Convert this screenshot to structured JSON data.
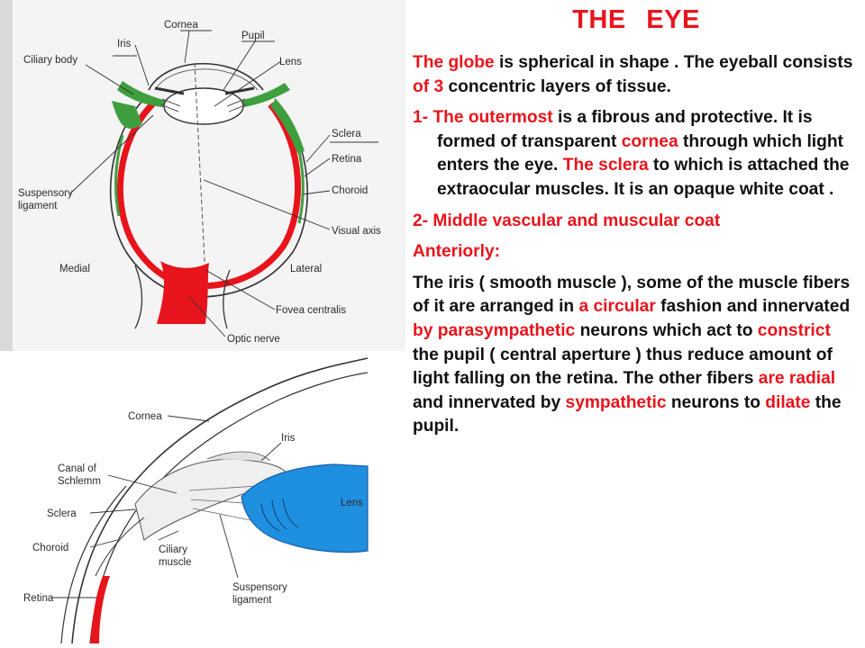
{
  "title": "THE   EYE",
  "intro": [
    {
      "t": "The globe",
      "red": true
    },
    {
      "t": " is spherical in shape . The eyeball consists ",
      "red": false
    },
    {
      "t": "of 3",
      "red": true
    },
    {
      "t": " concentric layers of tissue.",
      "red": false
    }
  ],
  "layer1": [
    {
      "t": "1- The outermost",
      "red": true
    },
    {
      "t": " is a fibrous and protective. It is formed of transparent ",
      "red": false
    },
    {
      "t": "cornea",
      "red": true
    },
    {
      "t": " through which light enters the eye. ",
      "red": false
    },
    {
      "t": "The sclera",
      "red": true
    },
    {
      "t": " to which is attached the extraocular muscles. It is an opaque white coat .",
      "red": false
    }
  ],
  "layer2_heading": "2-  Middle vascular and muscular coat",
  "anteriorly_heading": "Anteriorly:",
  "iris_text": [
    {
      "t": "The iris ( smooth muscle ), some of the muscle fibers of it are arranged in ",
      "red": false
    },
    {
      "t": "a circular",
      "red": true
    },
    {
      "t": " fashion and innervated ",
      "red": false
    },
    {
      "t": "by parasympathetic",
      "red": true
    },
    {
      "t": " neurons which act to ",
      "red": false
    },
    {
      "t": "constrict",
      "red": true
    },
    {
      "t": " the pupil ( central aperture ) thus reduce amount of light falling on the retina. The other fibers ",
      "red": false
    },
    {
      "t": "are radial",
      "red": true
    },
    {
      "t": " and innervated by ",
      "red": false
    },
    {
      "t": "sympathetic",
      "red": true
    },
    {
      "t": " neurons to ",
      "red": false
    },
    {
      "t": "dilate",
      "red": true
    },
    {
      "t": " the pupil.",
      "red": false
    }
  ],
  "diagram_top_labels": {
    "cornea": "Cornea",
    "iris": "Iris",
    "pupil": "Pupil",
    "ciliary_body": "Ciliary body",
    "lens": "Lens",
    "sclera": "Sclera",
    "retina": "Retina",
    "suspensory_ligament_1": "Suspensory",
    "suspensory_ligament_2": "ligament",
    "choroid": "Choroid",
    "visual_axis": "Visual axis",
    "medial": "Medial",
    "lateral": "Lateral",
    "fovea_centralis": "Fovea centralis",
    "optic_nerve": "Optic nerve"
  },
  "diagram_bottom_labels": {
    "cornea": "Cornea",
    "iris": "Iris",
    "canal_1": "Canal of",
    "canal_2": "Schlemm",
    "lens": "Lens",
    "sclera": "Sclera",
    "choroid": "Choroid",
    "ciliary_1": "Ciliary",
    "ciliary_2": "muscle",
    "retina": "Retina",
    "suspensory_1": "Suspensory",
    "suspensory_2": "ligament"
  },
  "colors": {
    "accent_red": "#e8141c",
    "choroid_green": "#3f9f3f",
    "lens_blue": "#1f8fe0",
    "scan_gray": "#e9e9e9"
  }
}
